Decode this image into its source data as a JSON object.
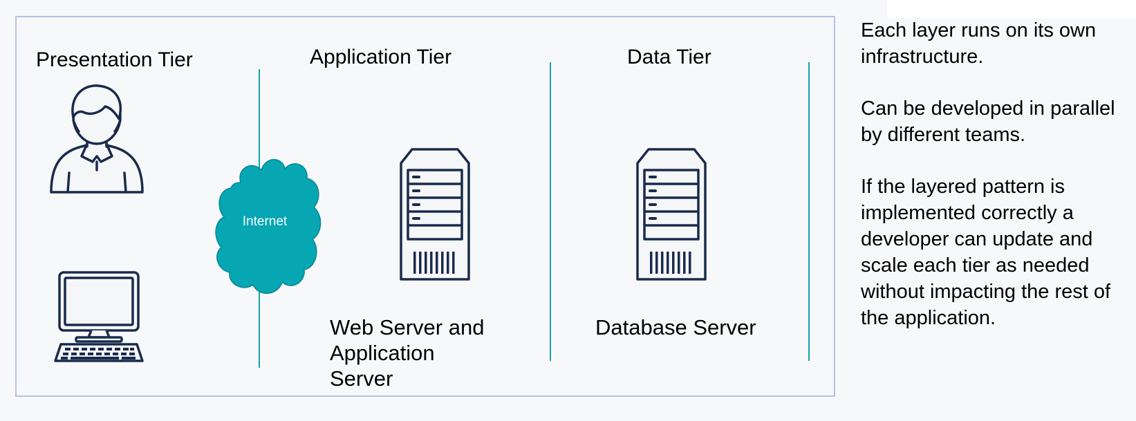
{
  "tiers": {
    "presentation": "Presentation Tier",
    "application": "Application Tier",
    "data": "Data Tier"
  },
  "cloud_label": "Internet",
  "captions": {
    "web_server": "Web Server and Application Server",
    "database_server": "Database Server"
  },
  "notes": [
    "Each layer runs on its own infrastructure.",
    "Can be developed in parallel by different teams.",
    "If the layered pattern is implemented correctly a developer can update and scale each tier as needed without impacting the rest of the application."
  ],
  "colors": {
    "accent_teal": "#12a3ad",
    "icon_navy": "#1a2b4c",
    "frame_border": "#b4c2de",
    "background": "#f7f8fa"
  },
  "icons": [
    "user-icon",
    "desktop-computer-icon",
    "internet-cloud-icon",
    "web-server-icon",
    "database-server-icon"
  ]
}
